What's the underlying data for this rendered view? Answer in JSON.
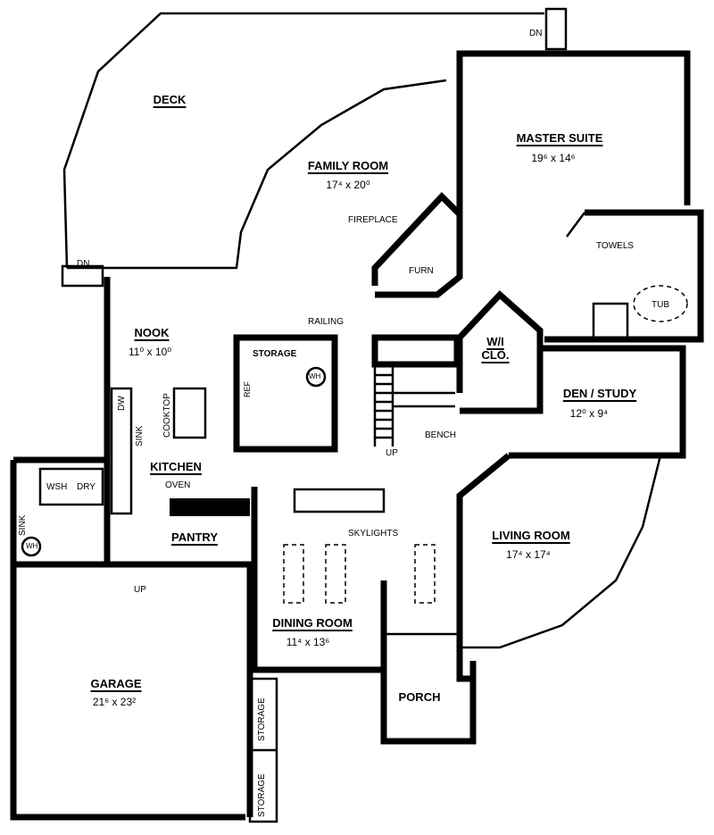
{
  "rooms": {
    "deck": {
      "name": "DECK"
    },
    "family_room": {
      "name": "FAMILY ROOM",
      "size": "17⁴ x 20⁰"
    },
    "master_suite": {
      "name": "MASTER SUITE",
      "size": "19⁶ x 14⁶"
    },
    "nook": {
      "name": "NOOK",
      "size": "11⁰ x 10⁰"
    },
    "kitchen": {
      "name": "KITCHEN"
    },
    "den_study": {
      "name": "DEN / STUDY",
      "size": "12⁰ x 9⁴"
    },
    "living_room": {
      "name": "LIVING ROOM",
      "size": "17⁴ x 17⁴"
    },
    "dining_room": {
      "name": "DINING ROOM",
      "size": "11⁴ x 13⁶"
    },
    "garage": {
      "name": "GARAGE",
      "size": "21⁶ x 23²"
    },
    "porch": {
      "name": "PORCH"
    },
    "pantry": {
      "name": "PANTRY"
    },
    "wi_closet": {
      "name": "W/I CLO."
    },
    "storage_center": {
      "name": "STORAGE"
    }
  },
  "fixtures": {
    "dn_top": "DN",
    "dn_left": "DN",
    "fireplace": "FIREPLACE",
    "furn": "FURN",
    "towels": "TOWELS",
    "tub": "TUB",
    "railing": "RAILING",
    "bench": "BENCH",
    "up_stairs": "UP",
    "up_garage": "UP",
    "dw": "DW",
    "sink_kitchen": "SINK",
    "cooktop": "COOKTOP",
    "ref": "REF",
    "wh_center": "WH",
    "wh_laundry": "WH",
    "oven": "OVEN",
    "wsh": "WSH",
    "dry": "DRY",
    "sink_laundry": "SINK",
    "skylights": "SKYLIGHTS",
    "storage_garage_1": "STORAGE",
    "storage_garage_2": "STORAGE"
  }
}
